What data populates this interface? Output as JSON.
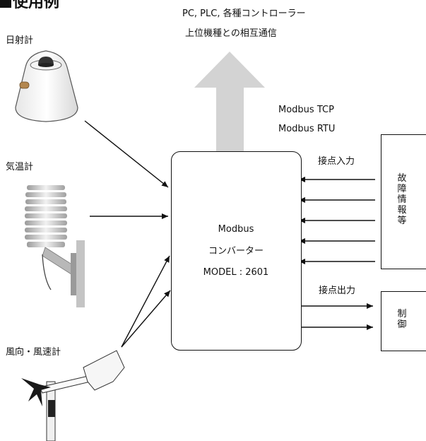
{
  "heading": "使用例",
  "top_labels": {
    "line1": "PC, PLC, 各種コントローラー",
    "line2": "上位機種との相互通信"
  },
  "protocols": {
    "tcp": "Modbus TCP",
    "rtu": "Modbus RTU"
  },
  "sensors": {
    "pyranometer": "日射計",
    "thermometer": "気温計",
    "anemometer": "風向・風速計"
  },
  "converter": {
    "line1": "Modbus",
    "line2": "コンバーター",
    "line3": "MODEL : 2601"
  },
  "contact_input_label": "接点入力",
  "contact_output_label": "接点出力",
  "fault_info": [
    "故",
    "障",
    "情",
    "報",
    "等"
  ],
  "control": [
    "制",
    "御"
  ],
  "colors": {
    "arrow_gray": "#d3d3d3",
    "line": "#111111"
  }
}
